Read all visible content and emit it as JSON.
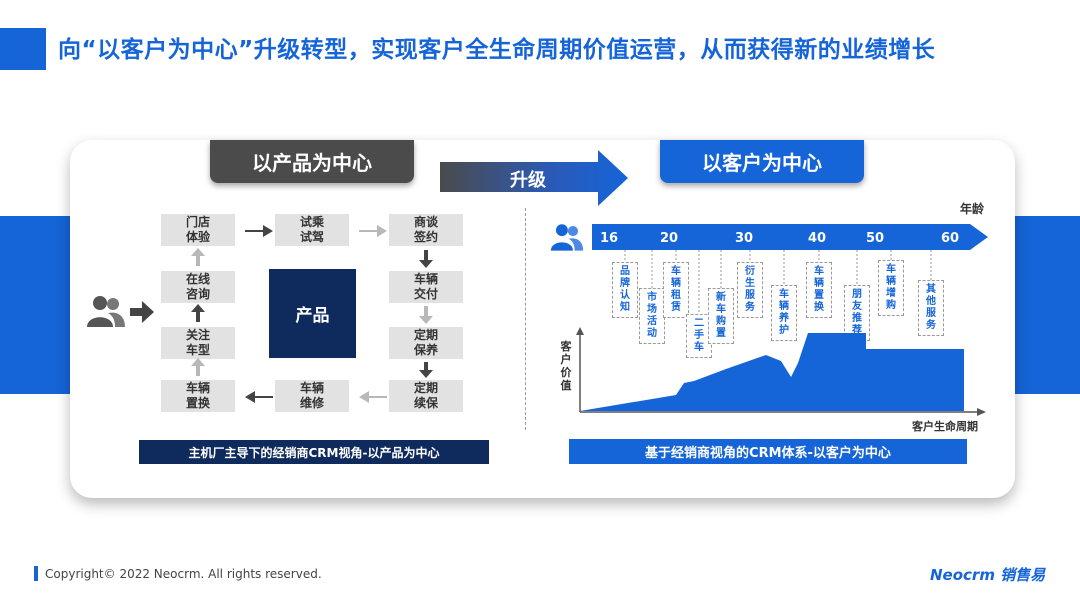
{
  "title": "向“以客户为中心”升级转型，实现客户全生命周期价值运营，从而获得新的业绩增长",
  "colors": {
    "accent": "#1565d8",
    "dark_navy": "#0f2a5c",
    "dark_grey": "#4b4b4b",
    "step_grey": "#e2e2e2"
  },
  "left_panel": {
    "header": "以产品为中心",
    "center": "产品",
    "steps": [
      "门店\n体验",
      "试乘\n试驾",
      "商谈\n签约",
      "车辆\n交付",
      "定期\n保养",
      "定期\n续保",
      "车辆\n维修",
      "车辆\n置换",
      "关注\n车型",
      "在线\n咨询"
    ],
    "caption": "主机厂主导下的经销商CRM视角-以产品为中心",
    "icons": [
      "customers-icon",
      "arrow-right-icon"
    ]
  },
  "upgrade": {
    "label": "升级"
  },
  "right_panel": {
    "header": "以客户为中心",
    "age_label": "年龄",
    "age_ticks": [
      "16",
      "20",
      "30",
      "40",
      "50",
      "60"
    ],
    "services": [
      "品\n牌\n认\n知",
      "市\n场\n活\n动",
      "车\n辆\n租\n赁",
      "二\n手\n车",
      "新\n车\n购\n置",
      "衍\n生\n服\n务",
      "车\n辆\n养\n护",
      "车\n辆\n置\n换",
      "朋\n友\n推\n荐",
      "车\n辆\n增\n购",
      "其\n他\n服\n务"
    ],
    "y_axis_label": "客\n户\n价\n值",
    "x_axis_label": "客户生命周期",
    "caption": "基于经销商视角的CRM体系-以客户为中心",
    "icons": [
      "customers-icon"
    ]
  },
  "footer": {
    "copyright": "Copyright© 2022 Neocrm. All rights reserved.",
    "brand": "Neocrm 销售易"
  }
}
